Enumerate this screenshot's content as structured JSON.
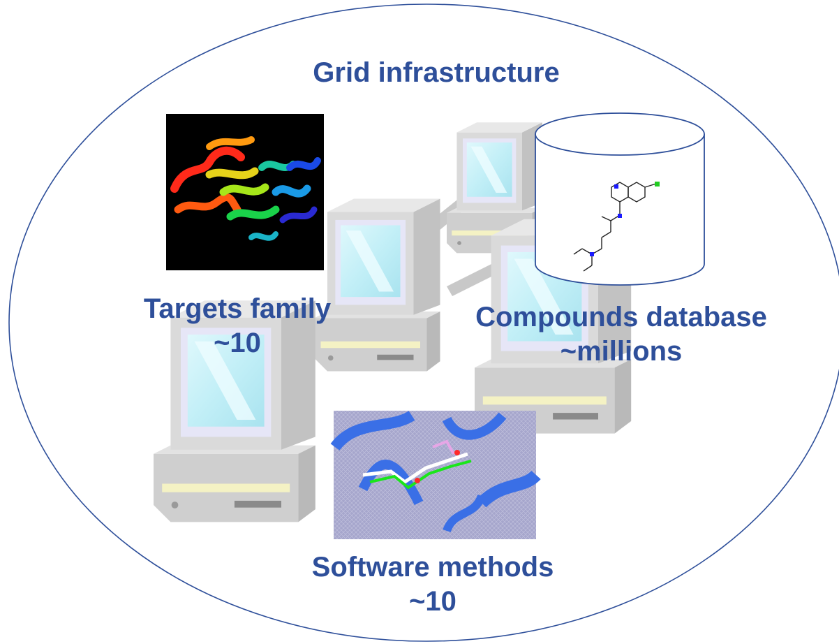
{
  "diagram": {
    "title": "Grid infrastructure",
    "targets": {
      "label": "Targets family",
      "count": "~10"
    },
    "compounds": {
      "label": "Compounds database",
      "count": "~millions"
    },
    "software": {
      "label": "Software methods",
      "count": "~10"
    }
  },
  "colors": {
    "text": "#2e4f9a",
    "outline": "#2e4f9a",
    "computer_body": "#d9d9d9",
    "computer_shadow": "#b8b8b8",
    "screen_frame": "#e4e4f4",
    "screen": "#c6f2f9",
    "drive_slot": "#f4f2c4",
    "protein_background": "#000000",
    "dock_background": "#a6a6cc"
  },
  "icons": [
    "computer-icon",
    "database-cylinder-icon",
    "molecule-structure-icon",
    "protein-ribbon-image",
    "docking-image"
  ]
}
